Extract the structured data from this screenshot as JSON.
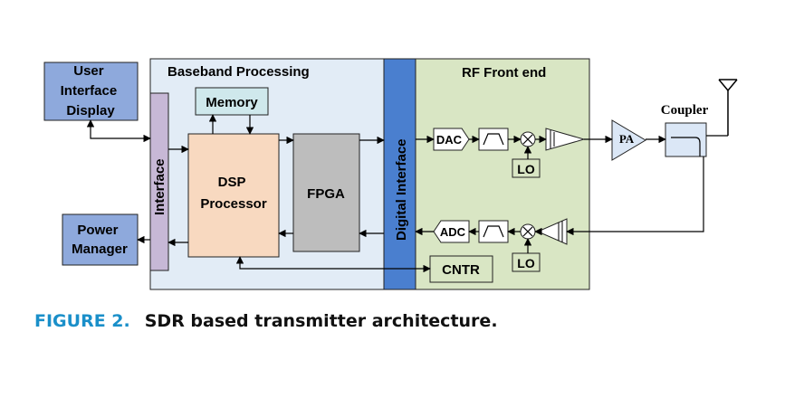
{
  "blocks": {
    "ui_display": "User Interface Display",
    "power_manager": "Power Manager",
    "interface": "Interface",
    "memory": "Memory",
    "dsp": "DSP Processor",
    "fpga": "FPGA",
    "digital_interface": "Digital Interface",
    "dac": "DAC",
    "adc": "ADC",
    "lo_tx": "LO",
    "lo_rx": "LO",
    "cntr": "CNTR",
    "pa": "PA",
    "coupler": "Coupler"
  },
  "regions": {
    "baseband": "Baseband Processing",
    "rf": "RF Front end"
  },
  "caption": {
    "label": "FIGURE 2.",
    "text": "SDR based transmitter architecture."
  },
  "colors": {
    "baseband_fill": "#e2ecf6",
    "rf_fill": "#d9e6c4",
    "ui_fill": "#8ea9dc",
    "interface_fill": "#c7b8d6",
    "memory_fill": "#cfe8ec",
    "dsp_fill": "#f8d9c0",
    "fpga_fill": "#bdbdbd",
    "digital_fill": "#4a7fcf",
    "pa_fill": "#dbe7f6",
    "caption_label": "#1a8fc9"
  }
}
